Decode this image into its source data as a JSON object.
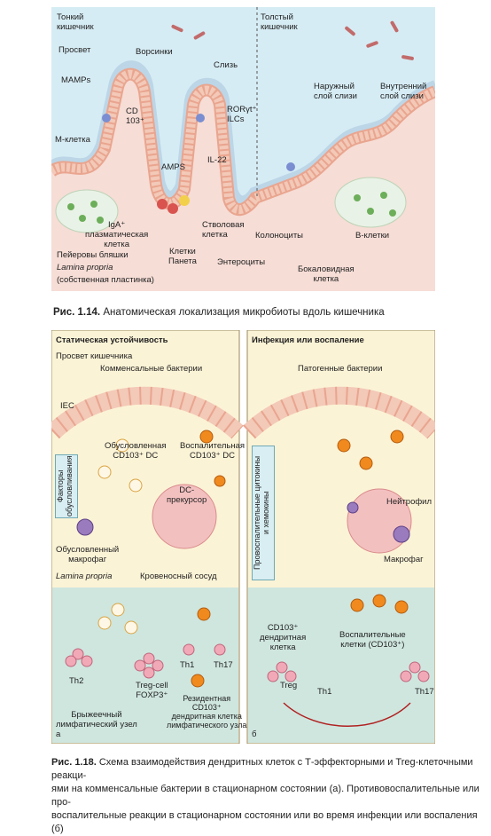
{
  "fig114": {
    "small_intestine": "Тонкий\nкишечник",
    "large_intestine": "Толстый\nкишечник",
    "lumen": "Просвет",
    "villi": "Ворсинки",
    "mucus": "Слизь",
    "mamps": "MAMPs",
    "cd103": "CD\n103⁺",
    "m_cell": "М-клетка",
    "amps": "AMPS",
    "ror": "RORγt⁺\nILCs",
    "il22": "IL-22",
    "outer_mucus": "Наружный\nслой слизи",
    "inner_mucus": "Внутренний\nслой слизи",
    "iga": "IgA⁺\nплазматическая\nклетка",
    "stem": "Стволовая\nклетка",
    "colonocytes": "Колоноциты",
    "b_cells": "В-клетки",
    "peyer": "Пейеровы бляшки",
    "paneth": "Клетки\nПанета",
    "enterocytes": "Энтероциты",
    "lamina": "Lamina propria",
    "lamina_ru": "(собственная пластинка)",
    "goblet": "Бокаловидная\nклетка",
    "caption_num": "Рис. 1.14.",
    "caption_text": "Анатомическая локализация микробиоты вдоль кишечника"
  },
  "fig118": {
    "panel_a_title": "Статическая устойчивость",
    "panel_b_title": "Инфекция или воспаление",
    "lumen": "Просвет кишечника",
    "commensal": "Комменсальные бактерии",
    "pathogenic": "Патогенные бактерии",
    "iec": "IEC",
    "conditioned_dc": "Обусловленная\nCD103⁺ DC",
    "inflammatory_dc": "Воспалительная\nCD103⁺ DC",
    "factors": "Факторы\nобусловливания",
    "dc_precursor": "DC-\nпрекурсор",
    "conditioned_mac": "Обусловленный\nмакрофаг",
    "lamina": "Lamina propria",
    "vessel": "Кровеносный сосуд",
    "proinflam": "Провоспалительные цитокины\nи хемокины",
    "neutrophil": "Нейтрофил",
    "macrophage": "Макрофаг",
    "th2": "Th2",
    "treg": "Treg-cell\nFOXP3⁺",
    "th1": "Th1",
    "th17": "Th17",
    "mes_node": "Брыжеечный\nлимфатический узел",
    "resident": "Резидентная\nCD103⁺\nдендритная клетка\nлимфатического узла",
    "cd103_dc": "CD103⁺\nдендритная\nклетка",
    "treg_b": "Treg",
    "inflam_cells": "Воспалительные\nклетки (CD103⁺)",
    "th1_b": "Th1",
    "th17_b": "Th17",
    "tag_a": "а",
    "tag_b": "б",
    "qmark": "?",
    "caption_num": "Рис. 1.18.",
    "caption_l1": "Схема взаимодействия дендритных клеток с Т-эффекторными и Treg-клеточными реакци-",
    "caption_l2": "ями на комменсальные бактерии в стационарном состоянии (а). Противовоспалительные или про-",
    "caption_l3": "воспалительные реакции в стационарном состоянии или во время инфекции или воспаления (б)"
  },
  "colors": {
    "lumen_bg": "#d6ecf4",
    "tissue_bg": "#f6ddd6",
    "panel_top": "#fbf3d6",
    "panel_bottom": "#cfe6df",
    "mucus": "#b9d4e6",
    "cell": "#f3c9b8",
    "dc_orange": "#f08a1e"
  }
}
